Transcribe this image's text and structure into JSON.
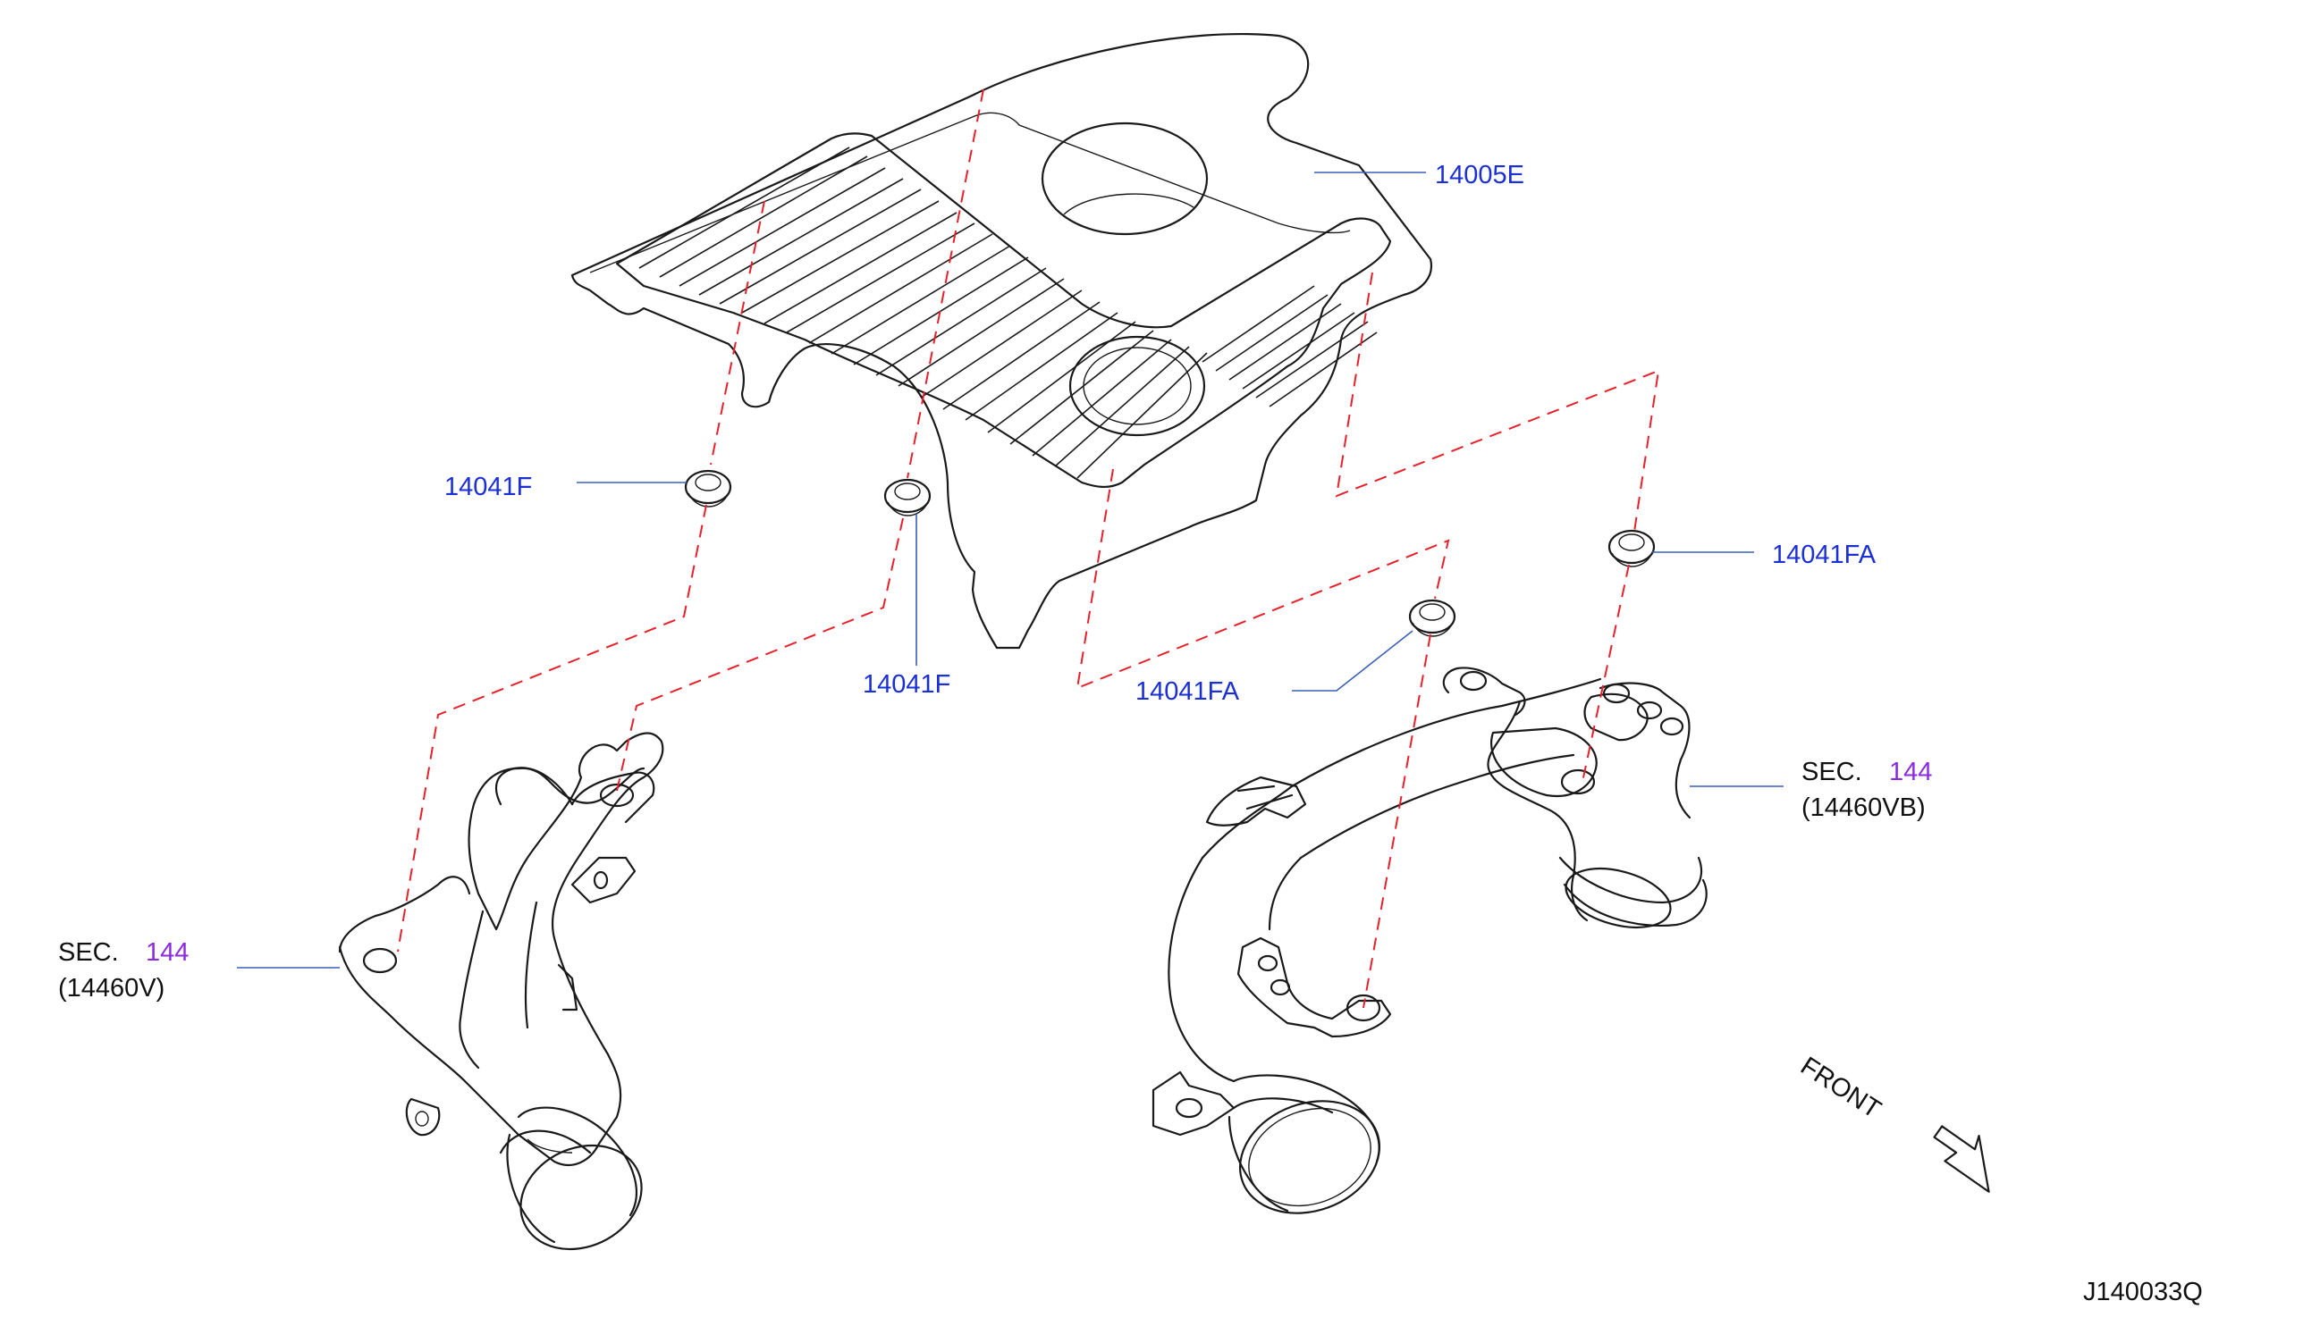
{
  "diagram": {
    "parts": {
      "engine_cover": "14005E",
      "grommet_left": "14041F",
      "grommet_center": "14041F",
      "grommet_right_lower": "14041FA",
      "grommet_right_upper": "14041FA"
    },
    "references": {
      "left_duct": {
        "prefix": "SEC.",
        "section": "144",
        "part": "(14460V)"
      },
      "right_duct": {
        "prefix": "SEC.",
        "section": "144",
        "part": "(14460VB)"
      }
    },
    "direction_label": "FRONT",
    "diagram_code": "J140033Q",
    "colors": {
      "part_number": "#1b2fd6",
      "section_link": "#8a2be2",
      "dashed_guide": "#e8202a",
      "leader_line": "#3a5fb8"
    }
  }
}
